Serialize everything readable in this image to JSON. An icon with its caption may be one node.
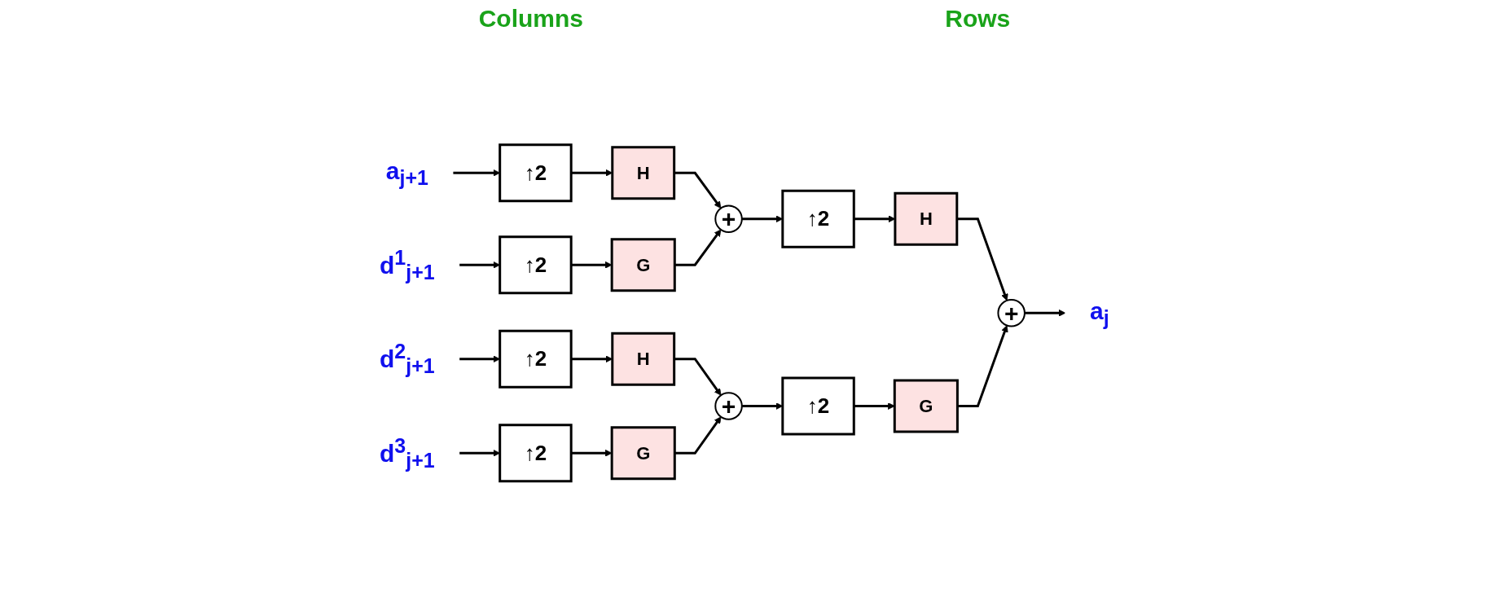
{
  "diagram": {
    "nodes": [
      {
        "text": [
          "a$_{j+1}$"
        ]
      },
      {
        "text": [
          "↑2"
        ]
      },
      {
        "text": [
          "H"
        ]
      },
      {
        "text": [
          "+"
        ]
      },
      {
        "text": [
          "↑2"
        ]
      },
      {
        "text": [
          "H"
        ]
      },
      {
        "text": [
          "+"
        ]
      },
      {
        "text": [
          "a$_{j}$"
        ]
      },
      {
        "text": [
          "d$^{1}$$_{j+1}$"
        ]
      },
      {
        "text": [
          "↑2"
        ]
      },
      {
        "text": [
          "G"
        ]
      },
      {
        "text": [
          "d$^{2}$$_{j+1}$"
        ]
      },
      {
        "text": [
          "↑2"
        ]
      },
      {
        "text": [
          "H"
        ]
      },
      {
        "text": [
          "+"
        ]
      },
      {
        "text": [
          "↑2"
        ]
      },
      {
        "text": [
          "G"
        ]
      },
      {
        "text": [
          "d$^{3}$$_{j+1}$"
        ]
      },
      {
        "text": [
          "↑2"
        ]
      },
      {
        "text": [
          "G"
        ]
      }
    ],
    "edges": [
      {
        "from": 0,
        "to": 1,
        "arrow": "to"
      },
      {
        "from": 1,
        "to": 2,
        "arrow": "to"
      },
      {
        "from": 2,
        "to": 3,
        "arrow": "to"
      },
      {
        "from": 3,
        "to": 4,
        "arrow": "to"
      },
      {
        "from": 4,
        "to": 5,
        "arrow": "to"
      },
      {
        "from": 5,
        "to": 6,
        "arrow": "to"
      },
      {
        "from": 6,
        "to": 7,
        "arrow": "to"
      },
      {
        "from": 8,
        "to": 9,
        "arrow": "to"
      },
      {
        "from": 9,
        "to": 10,
        "arrow": "to"
      },
      {
        "from": 10,
        "to": 3,
        "arrow": "to"
      },
      {
        "from": 11,
        "to": 12,
        "arrow": "to"
      },
      {
        "from": 12,
        "to": 13,
        "arrow": "to"
      },
      {
        "from": 13,
        "to": 14,
        "arrow": "to"
      },
      {
        "from": 14,
        "to": 15,
        "arrow": "to"
      },
      {
        "from": 15,
        "to": 16,
        "arrow": "to"
      },
      {
        "from": 16,
        "to": 6,
        "arrow": "to"
      },
      {
        "from": 17,
        "to": 18,
        "arrow": "to"
      },
      {
        "from": 18,
        "to": 19,
        "arrow": "to"
      },
      {
        "from": 19,
        "to": 14,
        "arrow": "to"
      }
    ],
    "labels": [
      "Columns",
      "Rows"
    ]
  }
}
